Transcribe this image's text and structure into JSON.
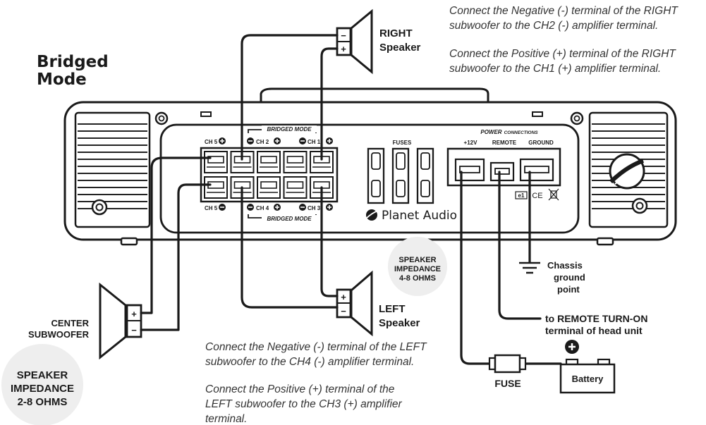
{
  "title": {
    "line1": "Bridged",
    "line2": "Mode"
  },
  "instructions_right": {
    "neg_line1": "Connect the Negative (-) terminal of the RIGHT",
    "neg_line2": "subwoofer to the CH2 (-) amplifier terminal.",
    "pos_line1": "Connect the Positive (+)  terminal of the RIGHT",
    "pos_line2": "subwoofer to the CH1 (+) amplifier terminal."
  },
  "instructions_left": {
    "neg_line1": "Connect the Negative (-) terminal of the LEFT",
    "neg_line2": "subwoofer to the CH4 (-) amplifier terminal.",
    "pos_line1": "Connect the Positive (+)  terminal of the",
    "pos_line2": "LEFT subwoofer to the CH3 (+) amplifier",
    "pos_line3": "terminal."
  },
  "speakers": {
    "right": {
      "line1": "RIGHT",
      "line2": "Speaker"
    },
    "left": {
      "line1": "LEFT",
      "line2": "Speaker"
    },
    "center": {
      "line1": "CENTER",
      "line2": "SUBWOOFER"
    }
  },
  "impedance_badges": {
    "small": {
      "line1": "SPEAKER",
      "line2": "IMPEDANCE",
      "line3": "4-8 OHMS"
    },
    "large": {
      "line1": "SPEAKER",
      "line2": "IMPEDANCE",
      "line3": "2-8 OHMS"
    }
  },
  "amplifier": {
    "bridged_mode_label": "BRIDGED MODE",
    "channels": {
      "ch5_top": "CH 5",
      "ch2": "CH 2",
      "ch1": "CH 1",
      "ch5_bottom": "CH 5",
      "ch4": "CH 4",
      "ch3": "CH 3"
    },
    "fuses_label": "FUSES",
    "power_label_main": "POWER",
    "power_label_sub": "CONNECTIONS",
    "terminals": {
      "plus12v": "+12V",
      "remote": "REMOTE",
      "ground": "GROUND"
    },
    "brand": "Planet Audio",
    "cert_marks": "CE"
  },
  "power": {
    "chassis_line1": "Chassis",
    "chassis_line2": "ground",
    "chassis_line3": "point",
    "remote_line1": "to REMOTE TURN-ON",
    "remote_line2": "terminal of head unit",
    "fuse_label": "FUSE",
    "battery_label": "Battery"
  },
  "colors": {
    "ink": "#1a1a1a",
    "badge_fill": "#eeeeee",
    "background": "#ffffff"
  }
}
